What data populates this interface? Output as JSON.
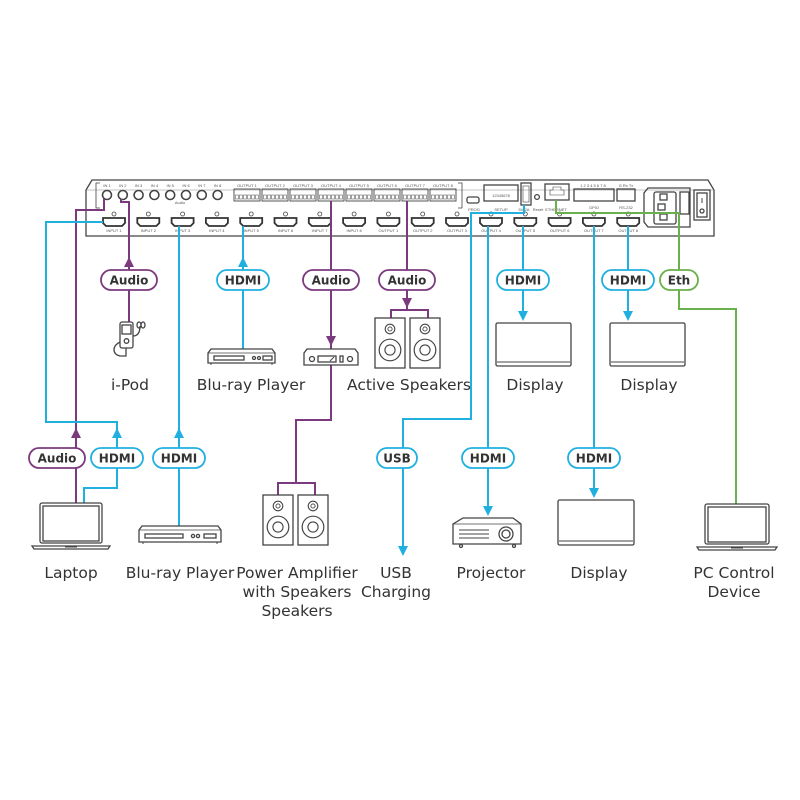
{
  "colors": {
    "hdmi": "#1fb0e0",
    "audio": "#7b3a7e",
    "eth": "#6ab04c",
    "device": "#444444"
  },
  "device": {
    "audio_in_labels": [
      "IN 1",
      "IN 2",
      "IN 3",
      "IN 4",
      "IN 5",
      "IN 6",
      "IN 7",
      "IN 8"
    ],
    "audio_group_label": "Audio",
    "audio_out_labels": [
      "OUTPUT 1",
      "OUTPUT 2",
      "OUTPUT 3",
      "OUTPUT 4",
      "OUTPUT 5",
      "OUTPUT 6",
      "OUTPUT 7",
      "OUTPUT 8"
    ],
    "hdmi_in_labels": [
      "INPUT 1",
      "INPUT 2",
      "INPUT 3",
      "INPUT 4",
      "INPUT 5",
      "INPUT 6",
      "INPUT 7",
      "INPUT 8"
    ],
    "hdmi_out_labels": [
      "OUTPUT 1",
      "OUTPUT 2",
      "OUTPUT 3",
      "OUTPUT 4",
      "OUTPUT 5",
      "OUTPUT 6",
      "OUTPUT 7",
      "OUTPUT 8"
    ],
    "prog_label": "PROG",
    "setup_label": "SETUP",
    "dip_numbers": "12345678",
    "usb_label": "5V/2A",
    "reset_label": "Reset",
    "ethernet_label": "ETHERNET",
    "gpio_numbers": "1 2 3 4 5 6 7 8",
    "gpio_label": "GPIO",
    "rs232_label": "G Rx Tx",
    "rs232_sub": "RS-232"
  },
  "pills": {
    "ipod_audio": "Audio",
    "bluray_top_hdmi": "HDMI",
    "amp_audio": "Audio",
    "speakers_audio": "Audio",
    "display1_hdmi": "HDMI",
    "display2_hdmi": "HDMI",
    "pc_eth": "Eth",
    "laptop_audio": "Audio",
    "laptop_hdmi": "HDMI",
    "bluray_bottom_hdmi": "HDMI",
    "usb": "USB",
    "projector_hdmi": "HDMI",
    "display3_hdmi": "HDMI"
  },
  "labels": {
    "ipod": "i-Pod",
    "bluray_top": "Blu-ray Player",
    "active_speakers": "Active Speakers",
    "display1": "Display",
    "display2": "Display",
    "laptop": "Laptop",
    "bluray_bottom": "Blu-ray Player",
    "power_amp_line1": "Power Amplifier",
    "power_amp_line2": "with Speakers",
    "power_amp_line3": "Speakers",
    "usb_line1": "USB",
    "usb_line2": "Charging",
    "projector": "Projector",
    "display3": "Display",
    "pc_line1": "PC Control",
    "pc_line2": "Device"
  }
}
